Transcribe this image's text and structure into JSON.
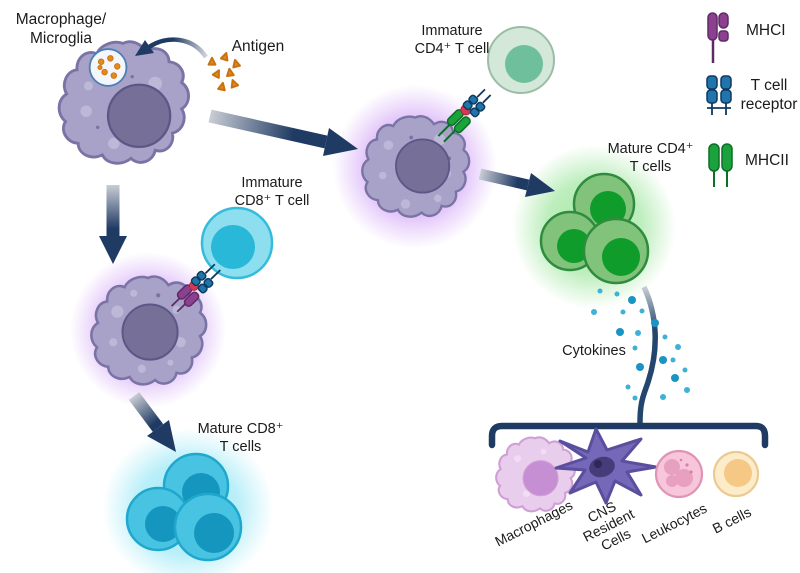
{
  "diagram": {
    "labels": {
      "macrophage": "Macrophage/\nMicroglia",
      "antigen": "Antigen",
      "immature_cd8": "Immature\nCD8⁺ T cell",
      "mature_cd8": "Mature CD8⁺\nT cells",
      "immature_cd4": "Immature\nCD4⁺ T cell",
      "mature_cd4": "Mature CD4⁺\nT cells",
      "cytokines": "Cytokines"
    },
    "target_cells": [
      {
        "name": "macrophages",
        "label": "Macrophages"
      },
      {
        "name": "cns-resident-cells",
        "label": "CNS\nResident\nCells"
      },
      {
        "name": "leukocytes",
        "label": "Leukocytes"
      },
      {
        "name": "b-cells",
        "label": "B cells"
      }
    ],
    "legend": [
      {
        "icon": "mhci-icon",
        "label": "MHCI"
      },
      {
        "icon": "t-cell-receptor-icon",
        "label": "T cell\nreceptor"
      },
      {
        "icon": "mhcii-icon",
        "label": "MHCII"
      }
    ]
  },
  "colors": {
    "text_color": "#1b1b1b",
    "arrow_navy": "#1f3a63",
    "macrophage_body": "#a8a2c8",
    "macrophage_border": "#7a73a6",
    "macrophage_nucleus": "#767098",
    "macrophage_nucleus_border": "#5d5787",
    "macrophage_spot": "#bdb7d8",
    "vesicle_fill": "#f3f7fc",
    "vesicle_border": "#4f7fb5",
    "antigen_orange": "#e6891c",
    "antigen_border": "#c9720f",
    "cd8_outer": "#8ddff0",
    "cd8_outer_border": "#35bcdc",
    "cd8_inner": "#29b8d8",
    "mature_cd8_outer": "#49c3e2",
    "mature_cd8_border": "#1fa8cd",
    "mature_cd8_inner": "#1596bf",
    "cd4_outer": "#d3e8d8",
    "cd4_border": "#9bbda6",
    "cd4_inner": "#6fbe9c",
    "mature_cd4_outer": "#82c37b",
    "mature_cd4_border": "#2f8c3f",
    "mature_cd4_inner": "#0f9c2b",
    "mhci_purple": "#8c4090",
    "mhci_border": "#5e2a66",
    "tcr_blue": "#1e76ad",
    "tcr_border": "#10395c",
    "mhcii_green": "#1ba23c",
    "mhcii_border": "#0c6f26",
    "peptide_red": "#d63a52",
    "peptide_border": "#a32a42",
    "cytokine_blue": "#1b93c4",
    "cytokine_blue_light": "#3fb0d6",
    "pink_macro_body": "#e9cdec",
    "pink_macro_border": "#cf9fd6",
    "pink_macro_nucleus": "#c78fd3",
    "pink_macro_spot": "#f2ddf4",
    "cns_body": "#7568b8",
    "cns_border": "#5a4f9e",
    "cns_nucleus": "#453c79",
    "cns_nucleus_dark": "#2e2758",
    "leukocyte_body": "#f7c6da",
    "leukocyte_border": "#e094b5",
    "leukocyte_nucleus": "#e8a0c0",
    "leukocyte_dot": "#d981a9",
    "bcell_body": "#fcecca",
    "bcell_border": "#eccb93",
    "bcell_inner": "#f5c985"
  }
}
